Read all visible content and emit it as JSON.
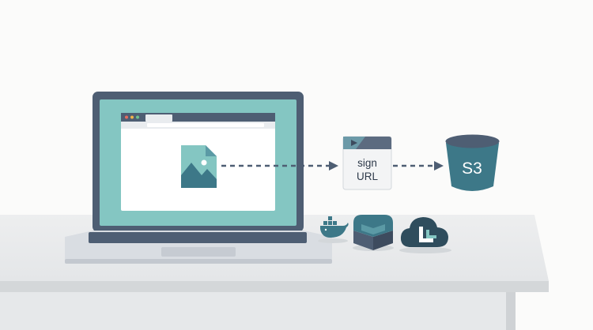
{
  "sign_card": {
    "line1": "sign",
    "line2": "URL"
  },
  "bucket": {
    "label": "S3"
  },
  "icons": {
    "laptop": "laptop-icon",
    "browser": "browser-window-icon",
    "image_file": "image-file-icon",
    "docker": "docker-whale-icon",
    "box": "storage-box-icon",
    "cloud": "cloud-icon",
    "bucket": "s3-bucket-icon"
  },
  "colors": {
    "teal_dark": "#3d7888",
    "teal_light": "#84c6c2",
    "slate": "#4e5e73",
    "desk_top": "#e9ebec",
    "desk_front": "#d7dadc"
  }
}
